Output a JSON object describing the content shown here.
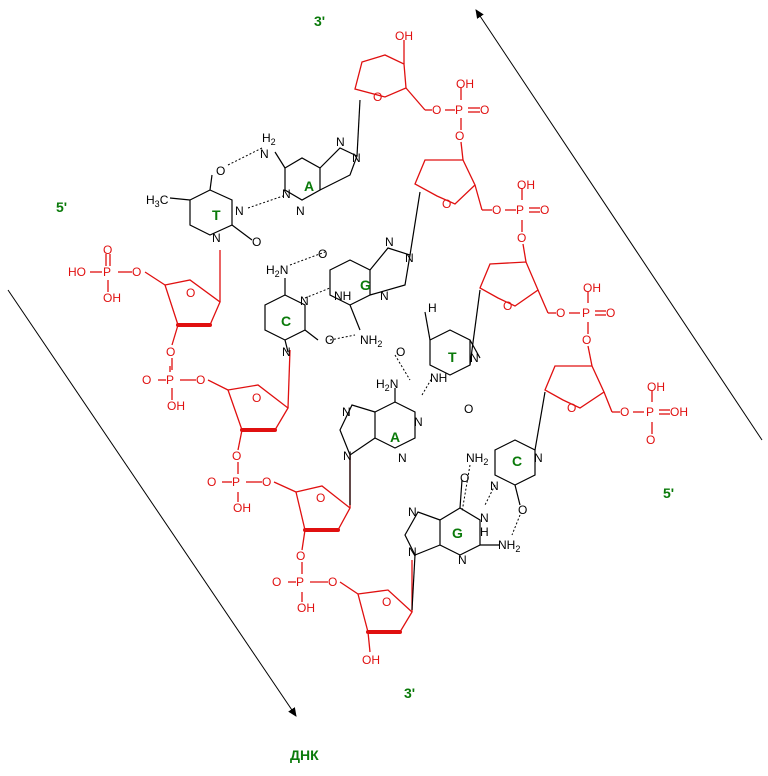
{
  "labels": {
    "end_3_top": "3'",
    "end_5_left": "5'",
    "end_5_right": "5'",
    "end_3_bottom": "3'",
    "title": "ДНК"
  },
  "chem": {
    "oh": "OH",
    "ho": "HO",
    "p": "P",
    "o": "O",
    "n": "N",
    "nh": "NH",
    "nh2": "NH",
    "h2n": "H",
    "two": "2",
    "h3c": "H",
    "three": "3",
    "h": "H"
  },
  "bases": [
    "A",
    "T",
    "G",
    "C",
    "T",
    "A",
    "C",
    "G"
  ],
  "colors": {
    "backbone": "#e01010",
    "base_structure": "#000000",
    "base_letters": "#0a7a0a"
  }
}
